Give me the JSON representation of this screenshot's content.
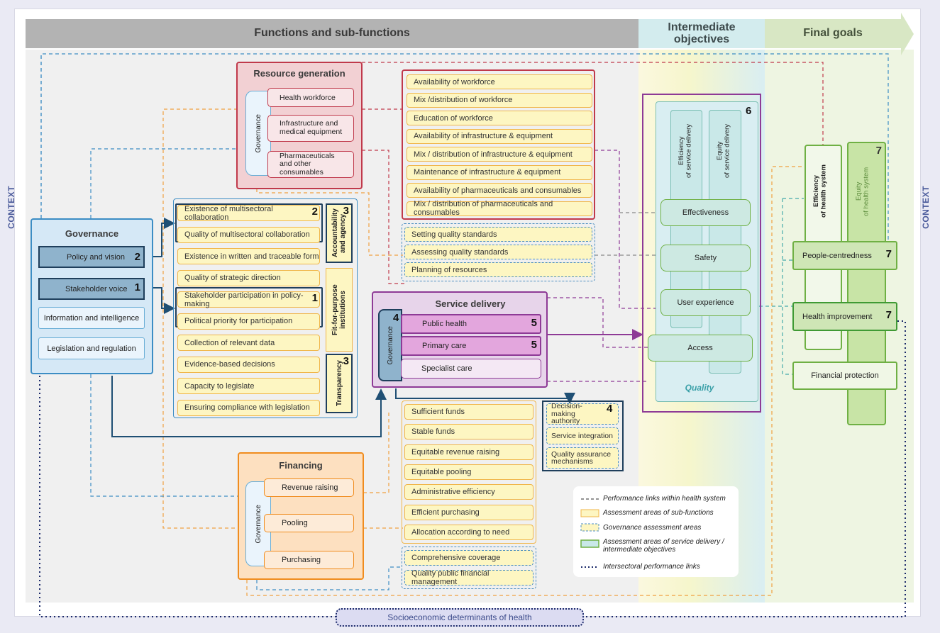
{
  "headers": {
    "functions": "Functions and sub-functions",
    "intermediate": "Intermediate\nobjectives",
    "final": "Final goals"
  },
  "context": "CONTEXT",
  "governance": {
    "title": "Governance",
    "items": [
      {
        "label": "Policy and vision",
        "num": "2"
      },
      {
        "label": "Stakeholder voice",
        "num": "1"
      },
      {
        "label": "Information and intelligence"
      },
      {
        "label": "Legislation and regulation"
      }
    ]
  },
  "resource": {
    "title": "Resource generation",
    "gov": "Governance",
    "items": [
      "Health workforce",
      "Infrastructure and medical equipment",
      "Pharmaceuticals and other consumables"
    ]
  },
  "resource_assess": [
    "Availability of workforce",
    "Mix /distribution of workforce",
    "Education of workforce",
    "Availability of infrastructure & equipment",
    "Mix / distribution of infrastructure & equipment",
    "Maintenance of infrastructure & equipment",
    "Availability of pharmaceuticals and consumables",
    "Mix / distribution of pharmaceuticals and consumables"
  ],
  "resource_gov": [
    "Setting quality standards",
    "Assessing quality standards",
    "Planning of resources"
  ],
  "gov_assess": {
    "items": [
      {
        "label": "Existence of multisectoral collaboration",
        "num": "2"
      },
      {
        "label": "Quality of multisectoral collaboration"
      },
      {
        "label": "Existence in written and traceable form"
      },
      {
        "label": "Quality of strategic direction"
      },
      {
        "label": "Stakeholder participation in policy-making",
        "num": "1"
      },
      {
        "label": "Political priority for participation"
      },
      {
        "label": "Collection of relevant data"
      },
      {
        "label": "Evidence-based decisions"
      },
      {
        "label": "Capacity to legislate"
      },
      {
        "label": "Ensuring compliance with legislation"
      }
    ],
    "side": [
      {
        "label": "Accountability and agency",
        "num": "3"
      },
      {
        "label": "Fit-for-purpose institutions"
      },
      {
        "label": "Transparency",
        "num": "3"
      }
    ]
  },
  "service": {
    "title": "Service delivery",
    "gov": "Governance",
    "gov_num": "4",
    "items": [
      {
        "label": "Public health",
        "num": "5"
      },
      {
        "label": "Primary care",
        "num": "5"
      },
      {
        "label": "Specialist care"
      }
    ]
  },
  "service_gov": [
    {
      "label": "Decision-making authority",
      "num": "4"
    },
    {
      "label": "Service integration"
    },
    {
      "label": "Quality assurance mechanisms"
    }
  ],
  "financing": {
    "title": "Financing",
    "gov": "Governance",
    "items": [
      "Revenue raising",
      "Pooling",
      "Purchasing"
    ]
  },
  "financing_assess": [
    "Sufficient funds",
    "Stable funds",
    "Equitable revenue raising",
    "Equitable pooling",
    "Administrative efficiency",
    "Efficient purchasing",
    "Allocation according to need"
  ],
  "financing_gov": [
    "Comprehensive coverage",
    "Quality public financial management"
  ],
  "intermediate": {
    "num": "6",
    "efficiency": "Efficiency\nof service delivery",
    "equity": "Equity\nof service delivery",
    "items": [
      "Effectiveness",
      "Safety",
      "User experience",
      "Access"
    ],
    "quality": "Quality"
  },
  "final": {
    "efficiency": "Efficiency\nof health system",
    "equity": "Equity\nof health system",
    "equity_num": "7",
    "items": [
      {
        "label": "People-centredness",
        "num": "7"
      },
      {
        "label": "Health improvement",
        "num": "7"
      },
      {
        "label": "Financial protection"
      }
    ]
  },
  "legend": [
    "Performance links within health system",
    "Assessment areas of sub-functions",
    "Governance assessment areas",
    "Assessment areas of service delivery / intermediate objectives",
    "Intersectoral performance links"
  ],
  "socio": "Socioeconomic determinants of health",
  "colors": {
    "governance": "#1f78b4",
    "resource": "#c0394b",
    "service": "#8e3a96",
    "financing": "#f08c1e",
    "intermediate": "#7bbfb4",
    "final": "#6fb044",
    "assessment": "#f0b64a"
  }
}
